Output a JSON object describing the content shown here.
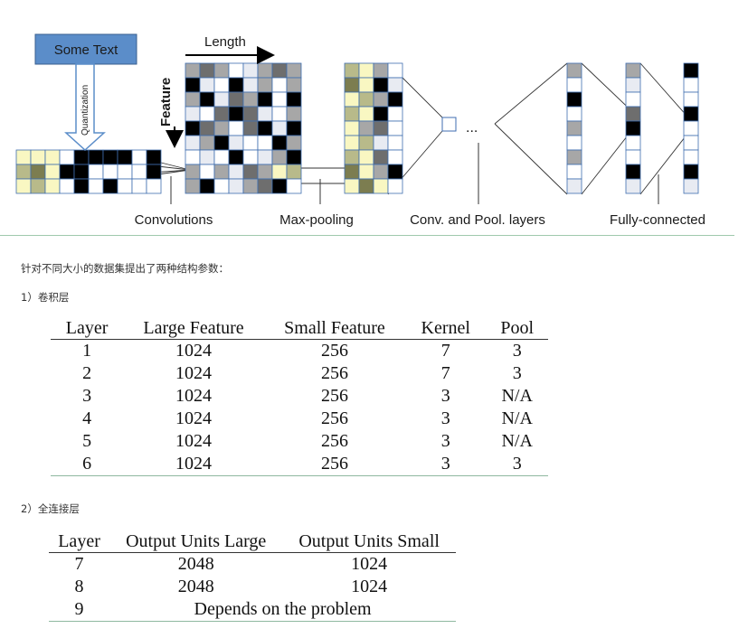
{
  "figure": {
    "input_label": "Some Text",
    "quantization_label": "Quantization",
    "length_label": "Length",
    "feature_label": "Feature",
    "ellipsis": "...",
    "captions": [
      "Convolutions",
      "Max-pooling",
      "Conv. and Pool. layers",
      "Fully-connected"
    ],
    "colors": {
      "input_box": "#5b8dc9",
      "grid_line": "#3f6eb0",
      "dark": "#000000",
      "mid_gray": "#6e6e6e",
      "light_gray": "#a7a7a7",
      "pale": "#e8ebf2",
      "yellow": "#f9f7c2",
      "olive": "#7c7d50",
      "olive_light": "#b8ba8a"
    }
  },
  "intro": "针对不同大小的数据集提出了两种结构参数：",
  "section1": {
    "title": "1）卷积层",
    "headers": [
      "Layer",
      "Large Feature",
      "Small Feature",
      "Kernel",
      "Pool"
    ],
    "rows": [
      [
        "1",
        "1024",
        "256",
        "7",
        "3"
      ],
      [
        "2",
        "1024",
        "256",
        "7",
        "3"
      ],
      [
        "3",
        "1024",
        "256",
        "3",
        "N/A"
      ],
      [
        "4",
        "1024",
        "256",
        "3",
        "N/A"
      ],
      [
        "5",
        "1024",
        "256",
        "3",
        "N/A"
      ],
      [
        "6",
        "1024",
        "256",
        "3",
        "3"
      ]
    ]
  },
  "section2": {
    "title": "2）全连接层",
    "headers": [
      "Layer",
      "Output Units Large",
      "Output Units Small"
    ],
    "rows": [
      [
        "7",
        "2048",
        "1024"
      ],
      [
        "8",
        "2048",
        "1024"
      ]
    ],
    "last_row": {
      "layer": "9",
      "text": "Depends on the problem"
    }
  }
}
